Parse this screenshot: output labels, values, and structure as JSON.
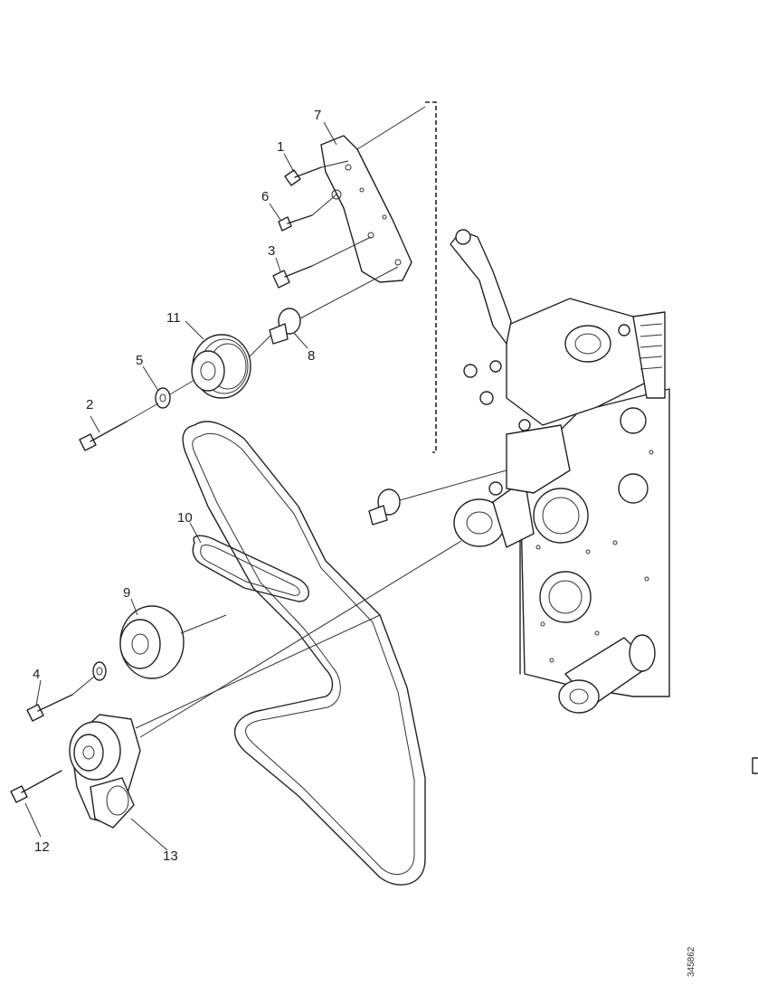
{
  "figure_ref": "345862",
  "callouts": {
    "c1": "1",
    "c2": "2",
    "c3": "3",
    "c4": "4",
    "c5": "5",
    "c6": "6",
    "c7": "7",
    "c8": "8",
    "c9": "9",
    "c10": "10",
    "c11": "11",
    "c12": "12",
    "c13": "13"
  }
}
